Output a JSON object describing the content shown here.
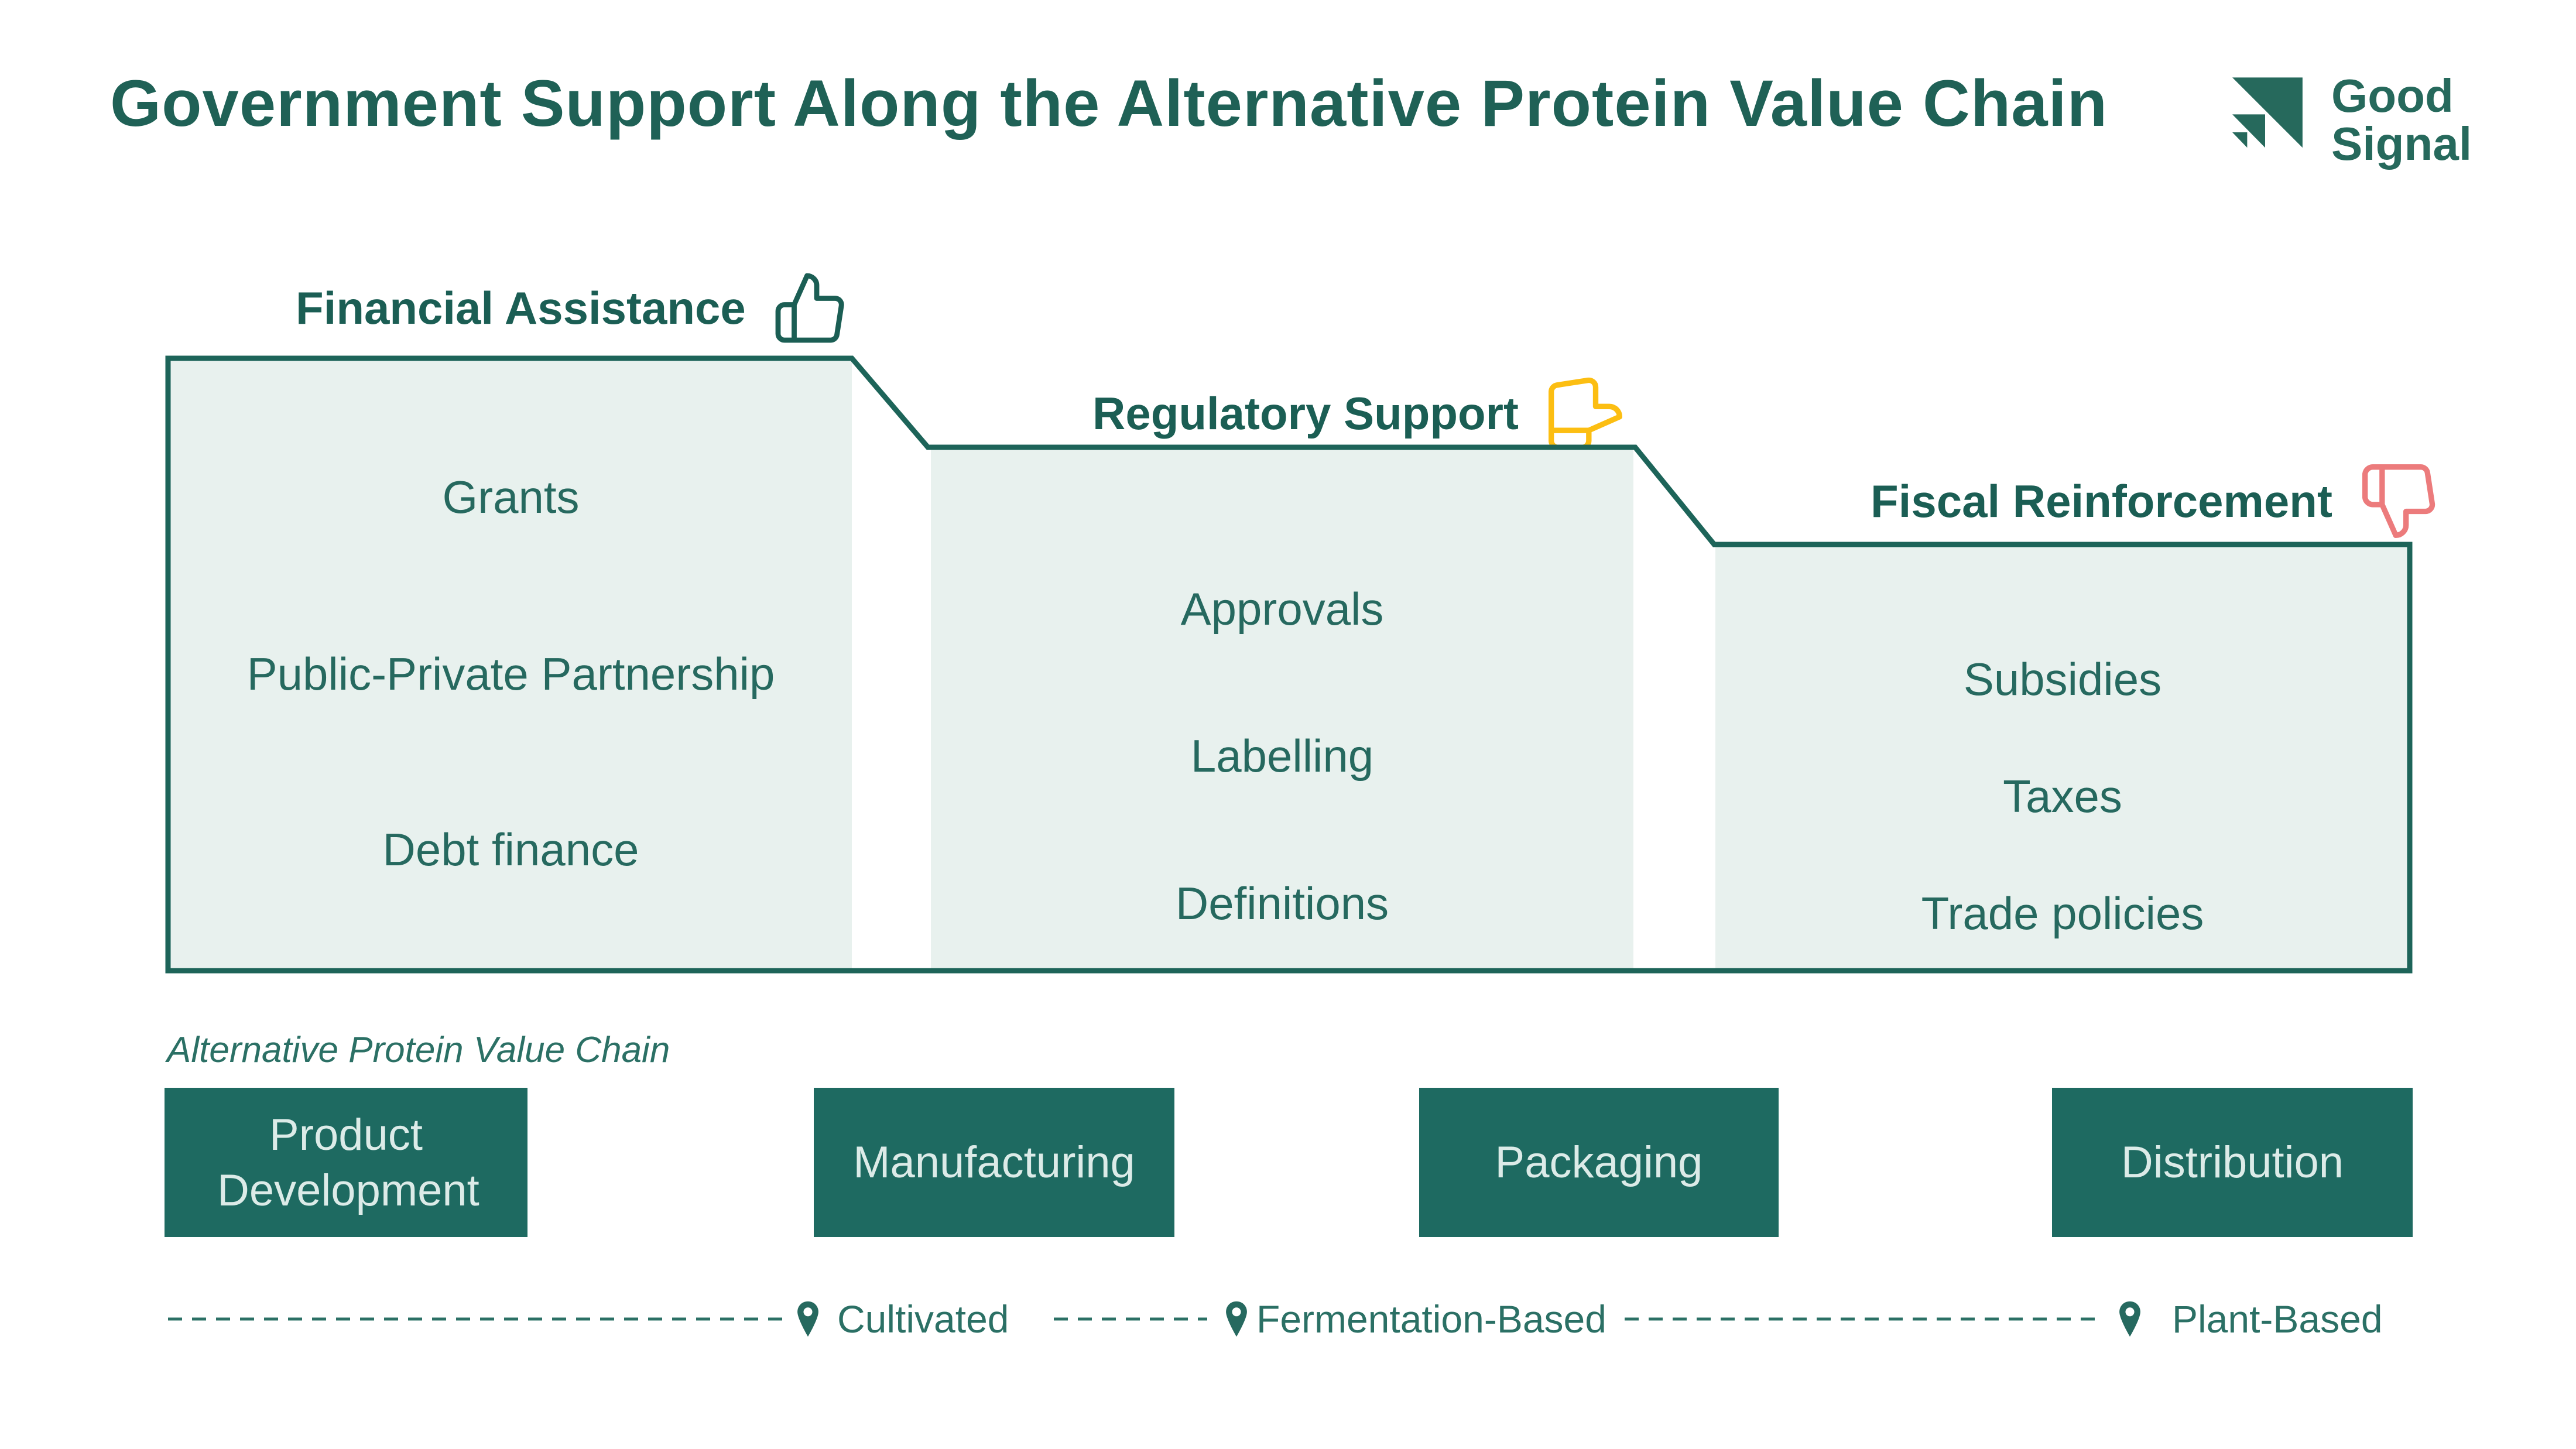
{
  "page": {
    "title": "Government Support Along the Alternative Protein Value Chain"
  },
  "logo": {
    "name_line1": "Good",
    "name_line2": "Signal"
  },
  "colors": {
    "title_text": "#1f6156",
    "heading_text": "#1b5e54",
    "item_text": "#26695f",
    "box_fill": "#e8f1ee",
    "outline": "#1d6459",
    "chain_box_fill": "#1e6a61",
    "chain_box_text": "#dcebe8",
    "thumb_up": "#1b5e54",
    "thumb_middle": "#fcbe12",
    "thumb_down": "#ec7b7c",
    "pin": "#26695f",
    "dashed_line": "#2b7065"
  },
  "sections": [
    {
      "label": "Financial Assistance",
      "sentiment_icon": "thumbs-up",
      "items": [
        "Grants",
        "Public-Private Partnership",
        "Debt finance"
      ]
    },
    {
      "label": "Regulatory Support",
      "sentiment_icon": "thumbs-middle",
      "items": [
        "Approvals",
        "Labelling",
        "Definitions"
      ]
    },
    {
      "label": "Fiscal Reinforcement",
      "sentiment_icon": "thumbs-down",
      "items": [
        "Subsidies",
        "Taxes",
        "Trade policies"
      ]
    }
  ],
  "value_chain": {
    "caption": "Alternative Protein Value Chain",
    "stages": [
      "Product Development",
      "Manufacturing",
      "Packaging",
      "Distribution"
    ]
  },
  "protein_types": [
    "Cultivated",
    "Fermentation-Based",
    "Plant-Based"
  ]
}
